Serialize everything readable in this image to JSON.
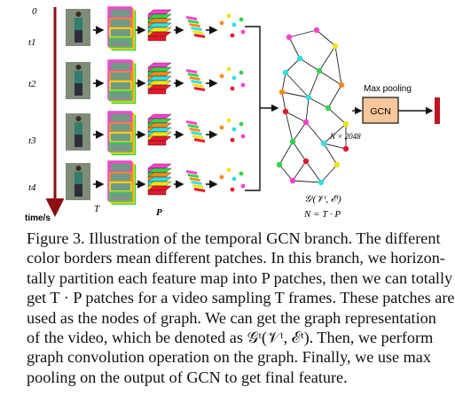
{
  "figure": {
    "time_labels": [
      "0",
      "t1",
      "t2",
      "t3",
      "t4"
    ],
    "time_axis_label": "time/s",
    "T_label": "T",
    "P_label": "P",
    "graph_label": "𝒢ᵗ(𝒱ᵗ, ℰᵗ)",
    "graph_size_label": "N = T · P",
    "gcn_label": "GCN",
    "max_pooling_label": "Max pooling",
    "dim_label": "N × 2048",
    "colors": {
      "axis": "#8b1010",
      "gcn_box": "#f6c79b",
      "output_bar": "#c0141e",
      "patch_colors": [
        "#ff3fd0",
        "#ff8a1a",
        "#f5e20f",
        "#35d44a",
        "#2ee0e6",
        "#e8162a"
      ]
    }
  },
  "caption": {
    "lines": [
      "Figure 3. Illustration of the temporal GCN branch. The different",
      "color borders mean different patches. In this branch, we horizon-",
      "tally partition each feature map into P patches, then we can totally",
      "get T · P patches for a video sampling T frames. These patches are",
      "used as the nodes of graph. We can get the graph representation",
      "of the video, which be denoted as 𝒢ᵗ(𝒱ᵗ, ℰᵗ). Then, we perform",
      "graph convolution operation on the graph. Finally, we use max",
      "pooling on the output of GCN to get final feature."
    ]
  }
}
